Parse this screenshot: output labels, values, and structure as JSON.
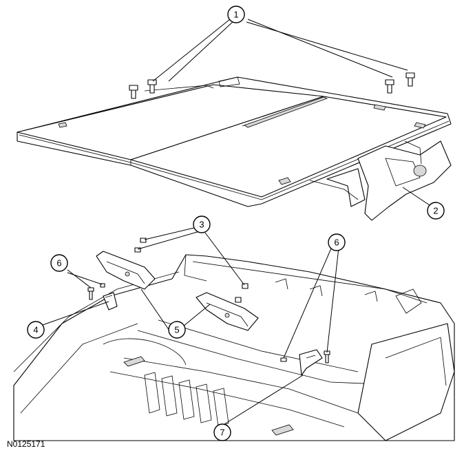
{
  "figure_code": "N0125171",
  "callouts": [
    "1",
    "2",
    "3",
    "4",
    "5",
    "6",
    "6",
    "7"
  ]
}
